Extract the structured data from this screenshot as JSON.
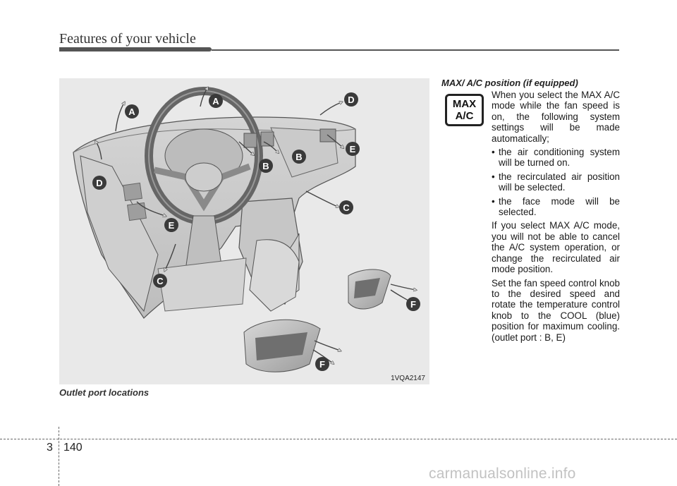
{
  "header": {
    "title": "Features of your vehicle"
  },
  "figure": {
    "code": "1VQA2147",
    "caption": "Outlet port locations",
    "labels": {
      "a": "A",
      "b": "B",
      "c": "C",
      "d": "D",
      "e": "E",
      "f": "F"
    }
  },
  "section": {
    "heading": "MAX/ A/C position (if equipped)",
    "button": {
      "line1": "MAX",
      "line2": "A/C"
    },
    "intro": "When you select the MAX A/C mode while the fan speed is on, the following system settings will be made automatically;",
    "bullets": [
      "the air conditioning system will be turned on.",
      "the recirculated air position will be selected.",
      "the face mode will be selected."
    ],
    "paragraphs": [
      "If you select MAX A/C mode, you will not be able to cancel the A/C system operation, or change the recirculated air mode position.",
      "Set the fan speed control knob to the desired speed and rotate the temperature control knob to the COOL (blue) position for maximum cooling. (outlet port : B, E)"
    ]
  },
  "footer": {
    "chapter": "3",
    "page": "140"
  },
  "watermark": "carmanualsonline.info",
  "colors": {
    "label_fill": "#3a3a3a",
    "label_text": "#ffffff",
    "figure_bg": "#e9e9e9"
  }
}
